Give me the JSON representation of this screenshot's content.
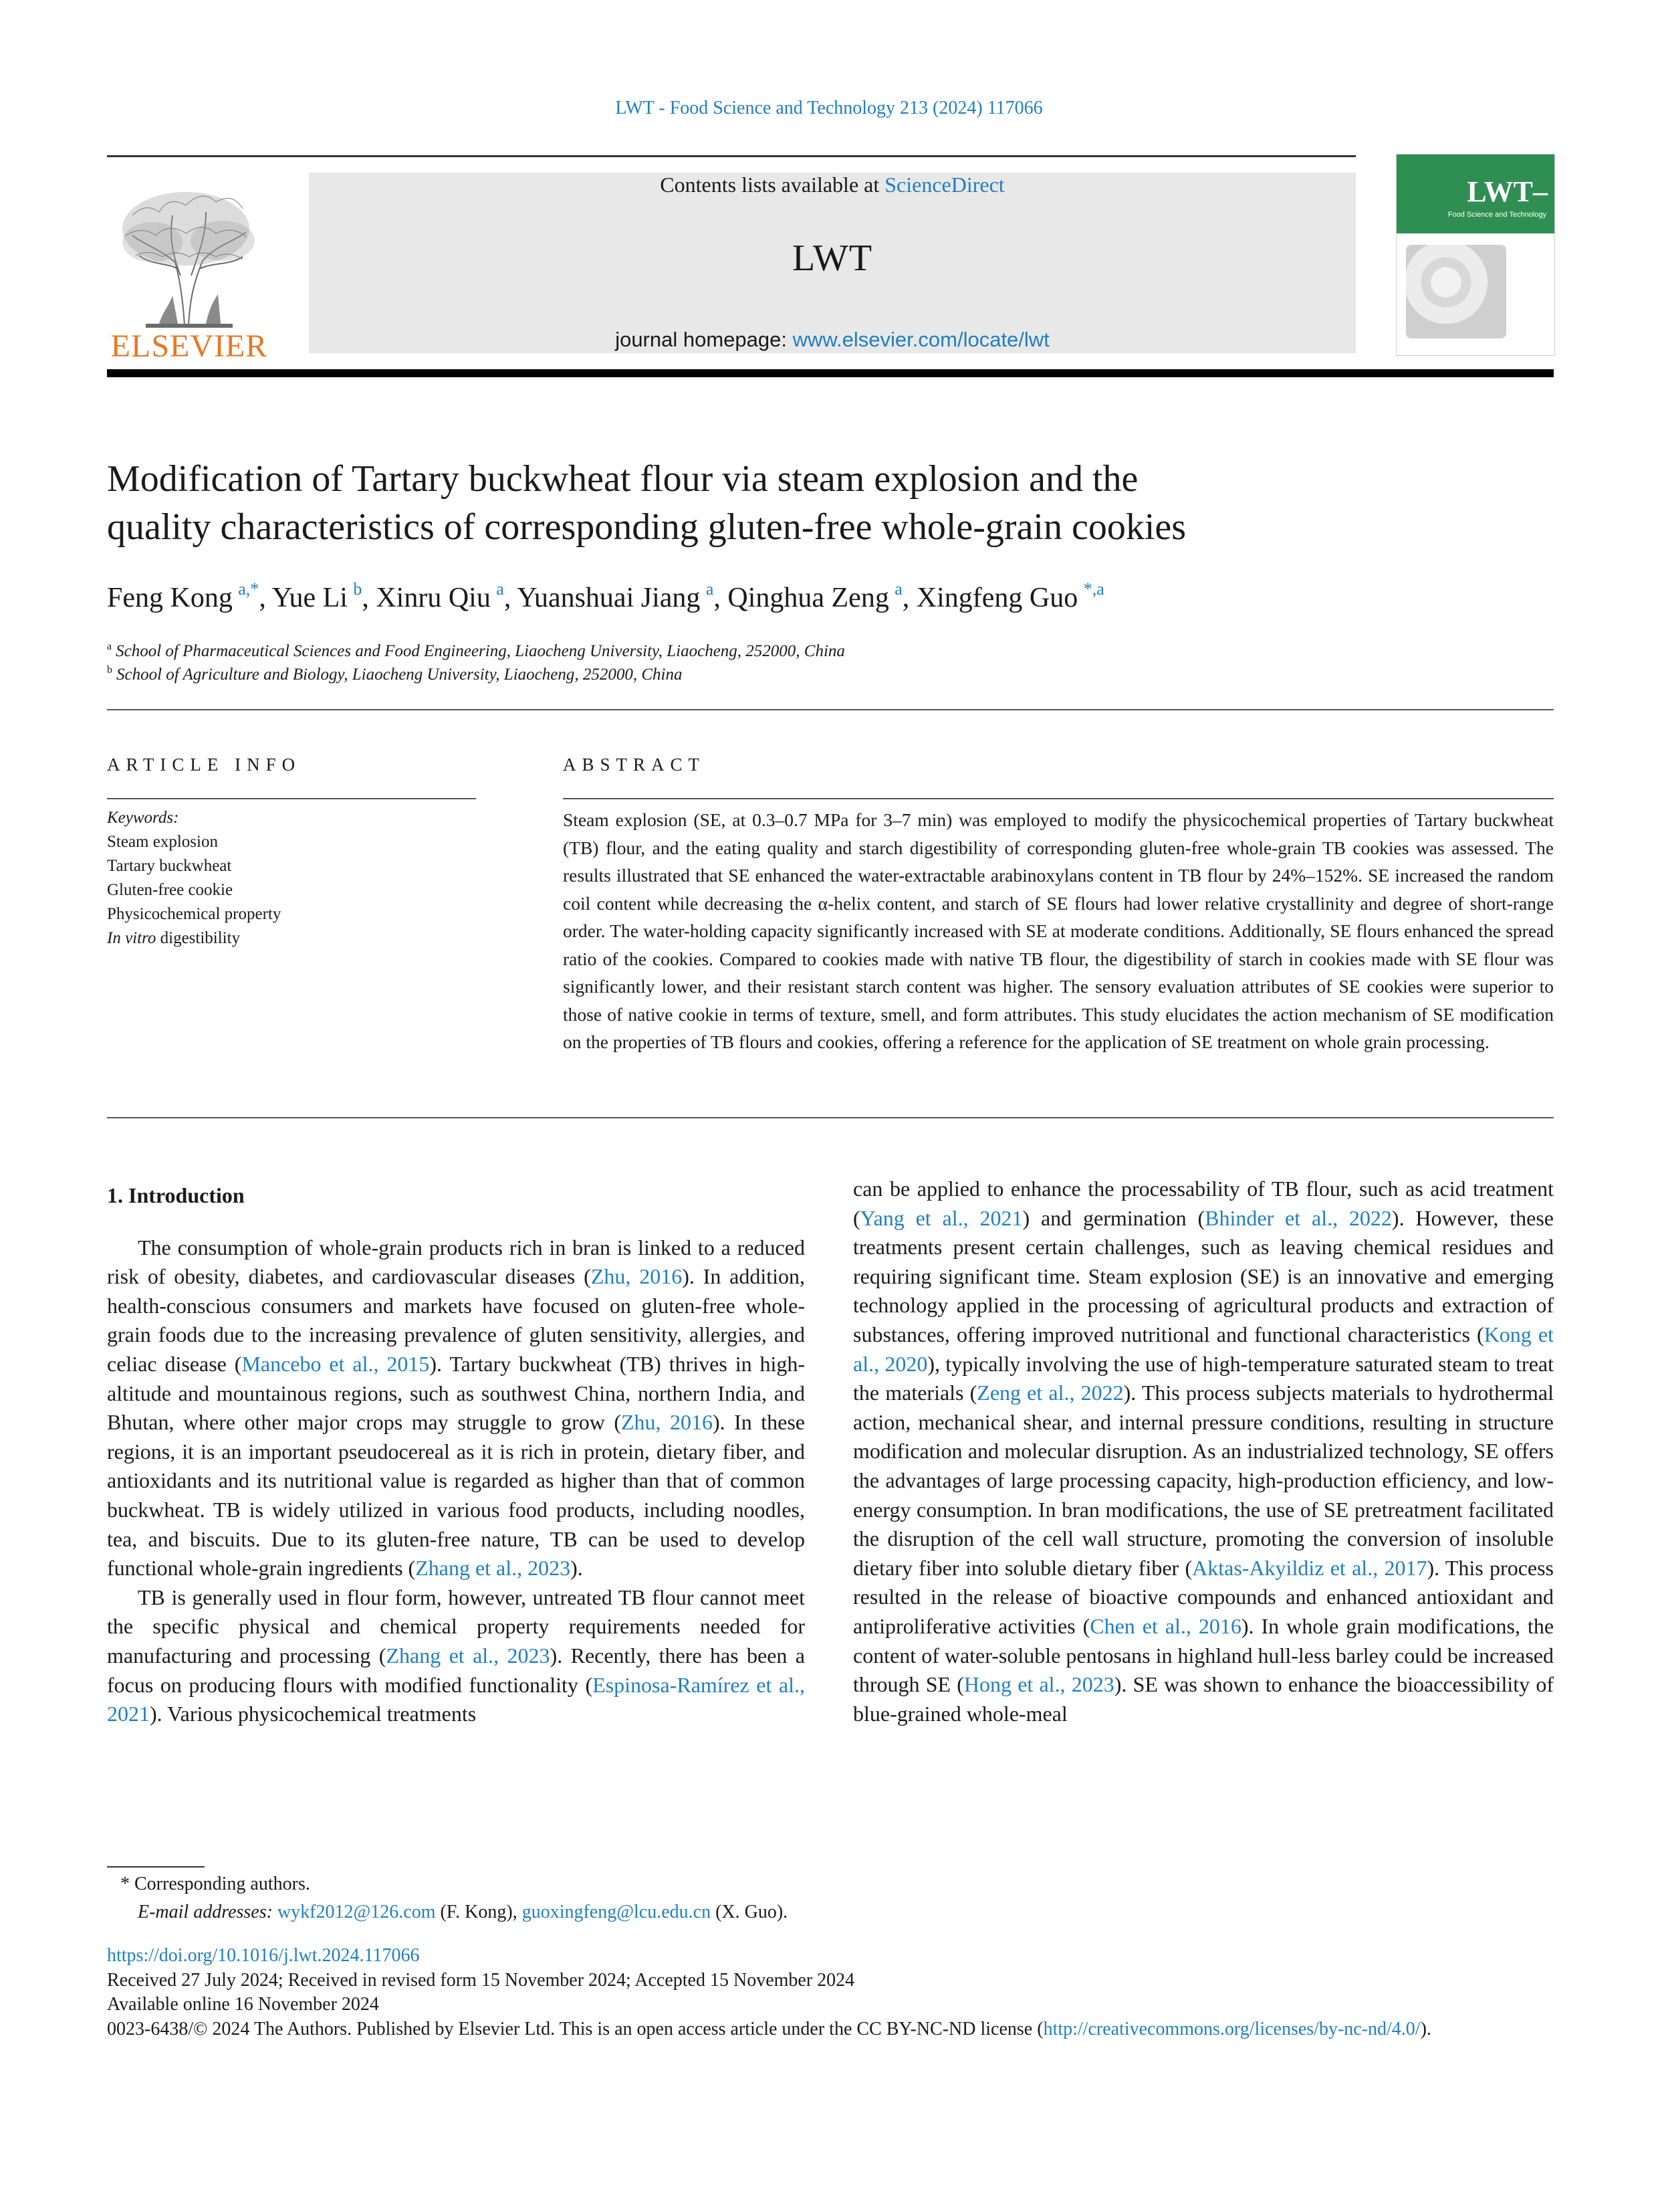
{
  "header": {
    "citation": "LWT - Food Science and Technology 213 (2024) 117066",
    "contents_prefix": "Contents lists available at ",
    "contents_link": "ScienceDirect",
    "journal": "LWT",
    "homepage_label": "journal homepage: ",
    "homepage_link": "www.elsevier.com/locate/lwt",
    "publisher_logo_text": "ELSEVIER",
    "cover_title": "LWT",
    "cover_subtitle": "Food Science and Technology"
  },
  "article": {
    "title_line1": "Modification of Tartary buckwheat flour via steam explosion and the",
    "title_line2": "quality characteristics of corresponding gluten-free whole-grain cookies",
    "authors": [
      {
        "name": "Feng Kong",
        "sup": "a,*"
      },
      {
        "name": "Yue Li",
        "sup": "b"
      },
      {
        "name": "Xinru Qiu",
        "sup": "a"
      },
      {
        "name": "Yuanshuai Jiang",
        "sup": "a"
      },
      {
        "name": "Qinghua Zeng",
        "sup": "a"
      },
      {
        "name": "Xingfeng Guo",
        "sup": "*,a"
      }
    ],
    "affiliations": [
      {
        "mark": "a",
        "text": "School of Pharmaceutical Sciences and Food Engineering, Liaocheng University, Liaocheng, 252000, China"
      },
      {
        "mark": "b",
        "text": "School of Agriculture and Biology, Liaocheng University, Liaocheng, 252000, China"
      }
    ]
  },
  "article_info": {
    "heading": "ARTICLE INFO",
    "keywords_label": "Keywords:",
    "keywords": [
      "Steam explosion",
      "Tartary buckwheat",
      "Gluten-free cookie",
      "Physicochemical property"
    ],
    "keyword_last_italic": "In vitro",
    "keyword_last_rest": " digestibility"
  },
  "abstract": {
    "heading": "ABSTRACT",
    "text": "Steam explosion (SE, at 0.3–0.7 MPa for 3–7 min) was employed to modify the physicochemical properties of Tartary buckwheat (TB) flour, and the eating quality and starch digestibility of corresponding gluten-free whole-grain TB cookies was assessed. The results illustrated that SE enhanced the water-extractable arabinoxylans content in TB flour by 24%–152%. SE increased the random coil content while decreasing the α-helix content, and starch of SE flours had lower relative crystallinity and degree of short-range order. The water-holding capacity significantly increased with SE at moderate conditions. Additionally, SE flours enhanced the spread ratio of the cookies. Compared to cookies made with native TB flour, the digestibility of starch in cookies made with SE flour was significantly lower, and their resistant starch content was higher. The sensory evaluation attributes of SE cookies were superior to those of native cookie in terms of texture, smell, and form attributes. This study elucidates the action mechanism of SE modification on the properties of TB flours and cookies, offering a reference for the application of SE treatment on whole grain processing."
  },
  "body": {
    "section_heading": "1.  Introduction",
    "p1": [
      {
        "t": "The consumption of whole-grain products rich in bran is linked to a reduced risk of obesity, diabetes, and cardiovascular diseases ("
      },
      {
        "t": "Zhu, 2016",
        "ref": true
      },
      {
        "t": "). In addition, health-conscious consumers and markets have focused on gluten-free whole-grain foods due to the increasing prevalence of gluten sensitivity, allergies, and celiac disease ("
      },
      {
        "t": "Mancebo et al., 2015",
        "ref": true
      },
      {
        "t": "). Tartary buckwheat (TB) thrives in high-altitude and mountainous regions, such as southwest China, northern India, and Bhutan, where other major crops may struggle to grow ("
      },
      {
        "t": "Zhu, 2016",
        "ref": true
      },
      {
        "t": "). In these regions, it is an important pseudocereal as it is rich in protein, dietary fiber, and antioxidants and its nutritional value is regarded as higher than that of common buckwheat. TB is widely utilized in various food products, including noodles, tea, and biscuits. Due to its gluten-free nature, TB can be used to develop functional whole-grain ingredients ("
      },
      {
        "t": "Zhang et al., 2023",
        "ref": true
      },
      {
        "t": ")."
      }
    ],
    "p2": [
      {
        "t": "TB is generally used in flour form, however, untreated TB flour cannot meet the specific physical and chemical property requirements needed for manufacturing and processing ("
      },
      {
        "t": "Zhang et al., 2023",
        "ref": true
      },
      {
        "t": "). Recently, there has been a focus on producing flours with modified functionality ("
      },
      {
        "t": "Espinosa-Ramírez et al., 2021",
        "ref": true
      },
      {
        "t": "). Various physicochemical treatments"
      }
    ],
    "p3": [
      {
        "t": "can be applied to enhance the processability of TB flour, such as acid treatment ("
      },
      {
        "t": "Yang et al., 2021",
        "ref": true
      },
      {
        "t": ") and germination ("
      },
      {
        "t": "Bhinder et al., 2022",
        "ref": true
      },
      {
        "t": "). However, these treatments present certain challenges, such as leaving chemical residues and requiring significant time. Steam explosion (SE) is an innovative and emerging technology applied in the processing of agricultural products and extraction of substances, offering improved nutritional and functional characteristics ("
      },
      {
        "t": "Kong et al., 2020",
        "ref": true
      },
      {
        "t": "), typically involving the use of high-temperature saturated steam to treat the materials ("
      },
      {
        "t": "Zeng et al., 2022",
        "ref": true
      },
      {
        "t": "). This process subjects materials to hydrothermal action, mechanical shear, and internal pressure conditions, resulting in structure modification and molecular disruption. As an industrialized technology, SE offers the advantages of large processing capacity, high-production efficiency, and low-energy consumption. In bran modifications, the use of SE pretreatment facilitated the disruption of the cell wall structure, promoting the conversion of insoluble dietary fiber into soluble dietary fiber ("
      },
      {
        "t": "Aktas-Akyildiz et al., 2017",
        "ref": true
      },
      {
        "t": "). This process resulted in the release of bioactive compounds and enhanced antioxidant and antiproliferative activities ("
      },
      {
        "t": "Chen et al., 2016",
        "ref": true
      },
      {
        "t": "). In whole grain modifications, the content of water-soluble pentosans in highland hull-less barley could be increased through SE ("
      },
      {
        "t": "Hong et al., 2023",
        "ref": true
      },
      {
        "t": "). SE was shown to enhance the bioaccessibility of blue-grained whole-meal"
      }
    ]
  },
  "footnote": {
    "star_line": "* Corresponding authors.",
    "email_label": "E-mail addresses: ",
    "email1": "wykf2012@126.com",
    "email1_who": " (F. Kong), ",
    "email2": "guoxingfeng@lcu.edu.cn",
    "email2_who": " (X. Guo)."
  },
  "pub_info": {
    "doi": "https://doi.org/10.1016/j.lwt.2024.117066",
    "dates": "Received 27 July 2024; Received in revised form 15 November 2024; Accepted 15 November 2024",
    "online": "Available online 16 November 2024",
    "license_text": "0023-6438/© 2024 The Authors. Published by Elsevier Ltd. This is an open access article under the CC BY-NC-ND license (",
    "license_link": "http://creativecommons.org/licenses/by-nc-nd/4.0/",
    "license_end": ")."
  },
  "colors": {
    "link": "#1f7fbf",
    "elsevier_orange": "#e87722",
    "cover_green": "#2f8f52"
  }
}
